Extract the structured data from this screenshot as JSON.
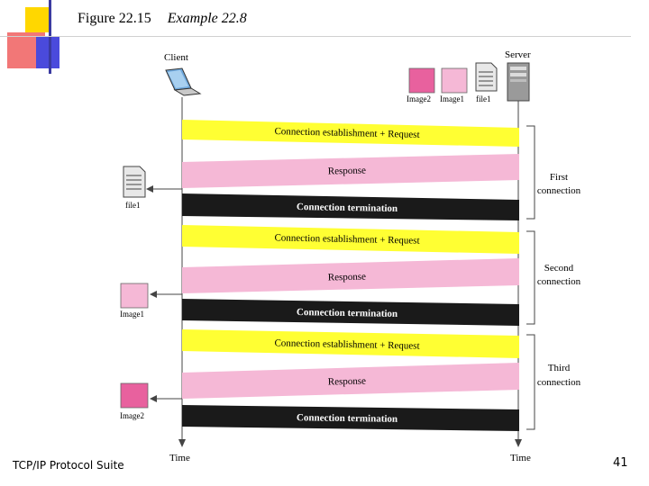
{
  "slide": {
    "figure_label": "Figure 22.15",
    "example_label": "Example 22.8",
    "footer_text": "TCP/IP Protocol Suite",
    "page_number": "41"
  },
  "colors": {
    "yellow": "#ffff33",
    "pink": "#f5b8d6",
    "black": "#1a1a1a",
    "image1": "#f5b8d6",
    "image2": "#e8619e",
    "deco_yellow": "#ffd700",
    "deco_red": "#e02020",
    "deco_blue": "#3333cc"
  },
  "diagram": {
    "client_label": "Client",
    "server_label": "Server",
    "time_left": "Time",
    "time_right": "Time",
    "server_files": [
      "Image2",
      "Image1",
      "file1"
    ],
    "received": [
      "file1",
      "Image1",
      "Image2"
    ],
    "bands": [
      "Connection establishment + Request",
      "Response",
      "Connection termination",
      "Connection establishment + Request",
      "Response",
      "Connection termination",
      "Connection establishment + Request",
      "Response",
      "Connection termination"
    ],
    "connections": [
      {
        "line1": "First",
        "line2": "connection"
      },
      {
        "line1": "Second",
        "line2": "connection"
      },
      {
        "line1": "Third",
        "line2": "connection"
      }
    ]
  }
}
